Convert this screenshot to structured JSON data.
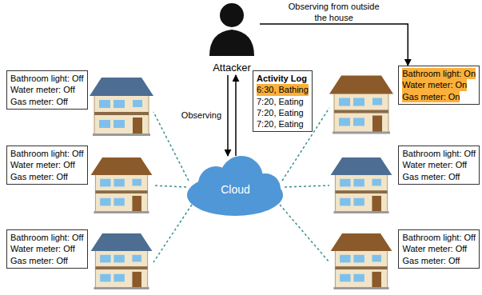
{
  "diagram": {
    "nodes": [
      {
        "text": [
          "Attacker"
        ]
      },
      {
        "text": [
          "Bathroom light: Off",
          "Water meter: Off",
          "Gas meter: Off"
        ]
      },
      {
        "text": [
          "Activity Log",
          "6:30, Bathing",
          "7:20, Eating",
          "7:20, Eating",
          "7:20, Eating"
        ]
      },
      {
        "text": [
          "Bathroom light: On",
          "Water meter: On",
          "Gas meter: On"
        ]
      },
      {
        "text": [
          "Bathroom light: Off",
          "Water meter: Off",
          "Gas meter: Off"
        ]
      },
      {
        "text": [
          "Cloud"
        ]
      },
      {
        "text": [
          "Bathroom light: Off",
          "Water meter: Off",
          "Gas meter: Off"
        ]
      },
      {
        "text": [
          "Bathroom light: Off",
          "Water meter: Off",
          "Gas meter: Off"
        ]
      },
      {
        "text": [
          "Bathroom light: Off",
          "Water meter: Off",
          "Gas meter: Off"
        ]
      }
    ],
    "edges": [
      {
        "from": 0,
        "to": 5,
        "arrow": "to",
        "label": "Observing"
      },
      {
        "from": 5,
        "to": 0,
        "arrow": "to"
      },
      {
        "from": 0,
        "to": 3,
        "arrow": "to",
        "label": "Observing from outside the house"
      }
    ]
  }
}
